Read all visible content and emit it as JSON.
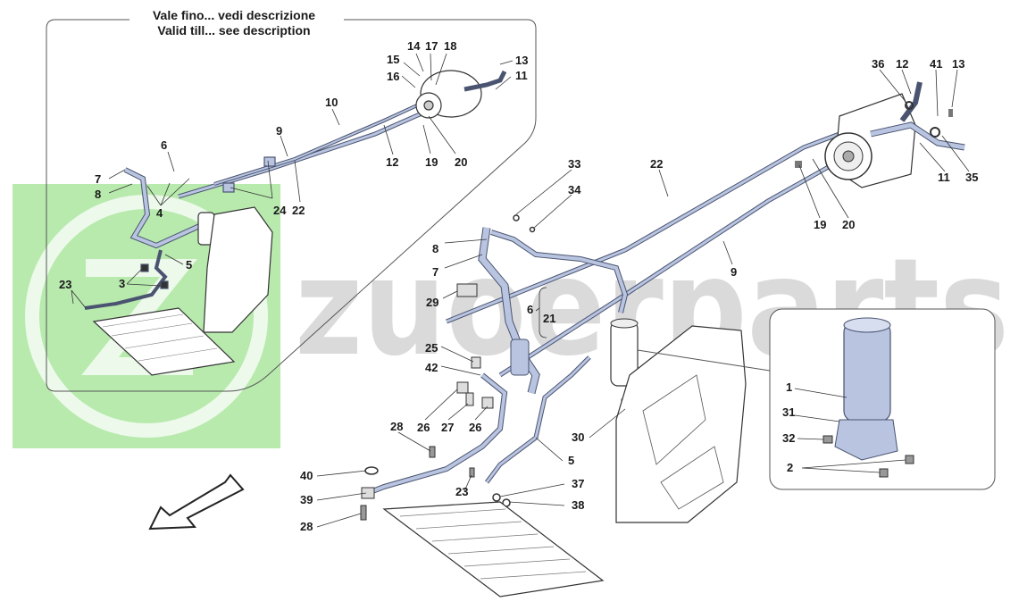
{
  "inset_title": {
    "line1": "Vale fino... vedi descrizione",
    "line2": "Valid till... see description"
  },
  "watermark": {
    "text": "zuoerparts",
    "logo_color": "#7dd86b",
    "text_color": "#bdbdbd"
  },
  "colors": {
    "pipe": "#b8c4e0",
    "pipe_stroke": "#4a5470",
    "part_outline": "#333333",
    "frame": "#555555"
  },
  "callouts": {
    "c1": "1",
    "c2": "2",
    "c3": "3",
    "c4": "4",
    "c5": "5",
    "c5b": "5",
    "c6": "6",
    "c6b": "6",
    "c7": "7",
    "c7b": "7",
    "c8": "8",
    "c8b": "8",
    "c9": "9",
    "c9b": "9",
    "c10": "10",
    "c11": "11",
    "c11b": "11",
    "c12": "12",
    "c12b": "12",
    "c13": "13",
    "c13b": "13",
    "c14": "14",
    "c15": "15",
    "c16": "16",
    "c17": "17",
    "c18": "18",
    "c19": "19",
    "c19b": "19",
    "c20": "20",
    "c20b": "20",
    "c21": "21",
    "c22": "22",
    "c22b": "22",
    "c23": "23",
    "c23b": "23",
    "c24": "24",
    "c25": "25",
    "c26": "26",
    "c26b": "26",
    "c27": "27",
    "c28": "28",
    "c28b": "28",
    "c29": "29",
    "c30": "30",
    "c31": "31",
    "c32": "32",
    "c33": "33",
    "c34": "34",
    "c35": "35",
    "c36": "36",
    "c37": "37",
    "c38": "38",
    "c39": "39",
    "c40": "40",
    "c41": "41",
    "c42": "42"
  }
}
